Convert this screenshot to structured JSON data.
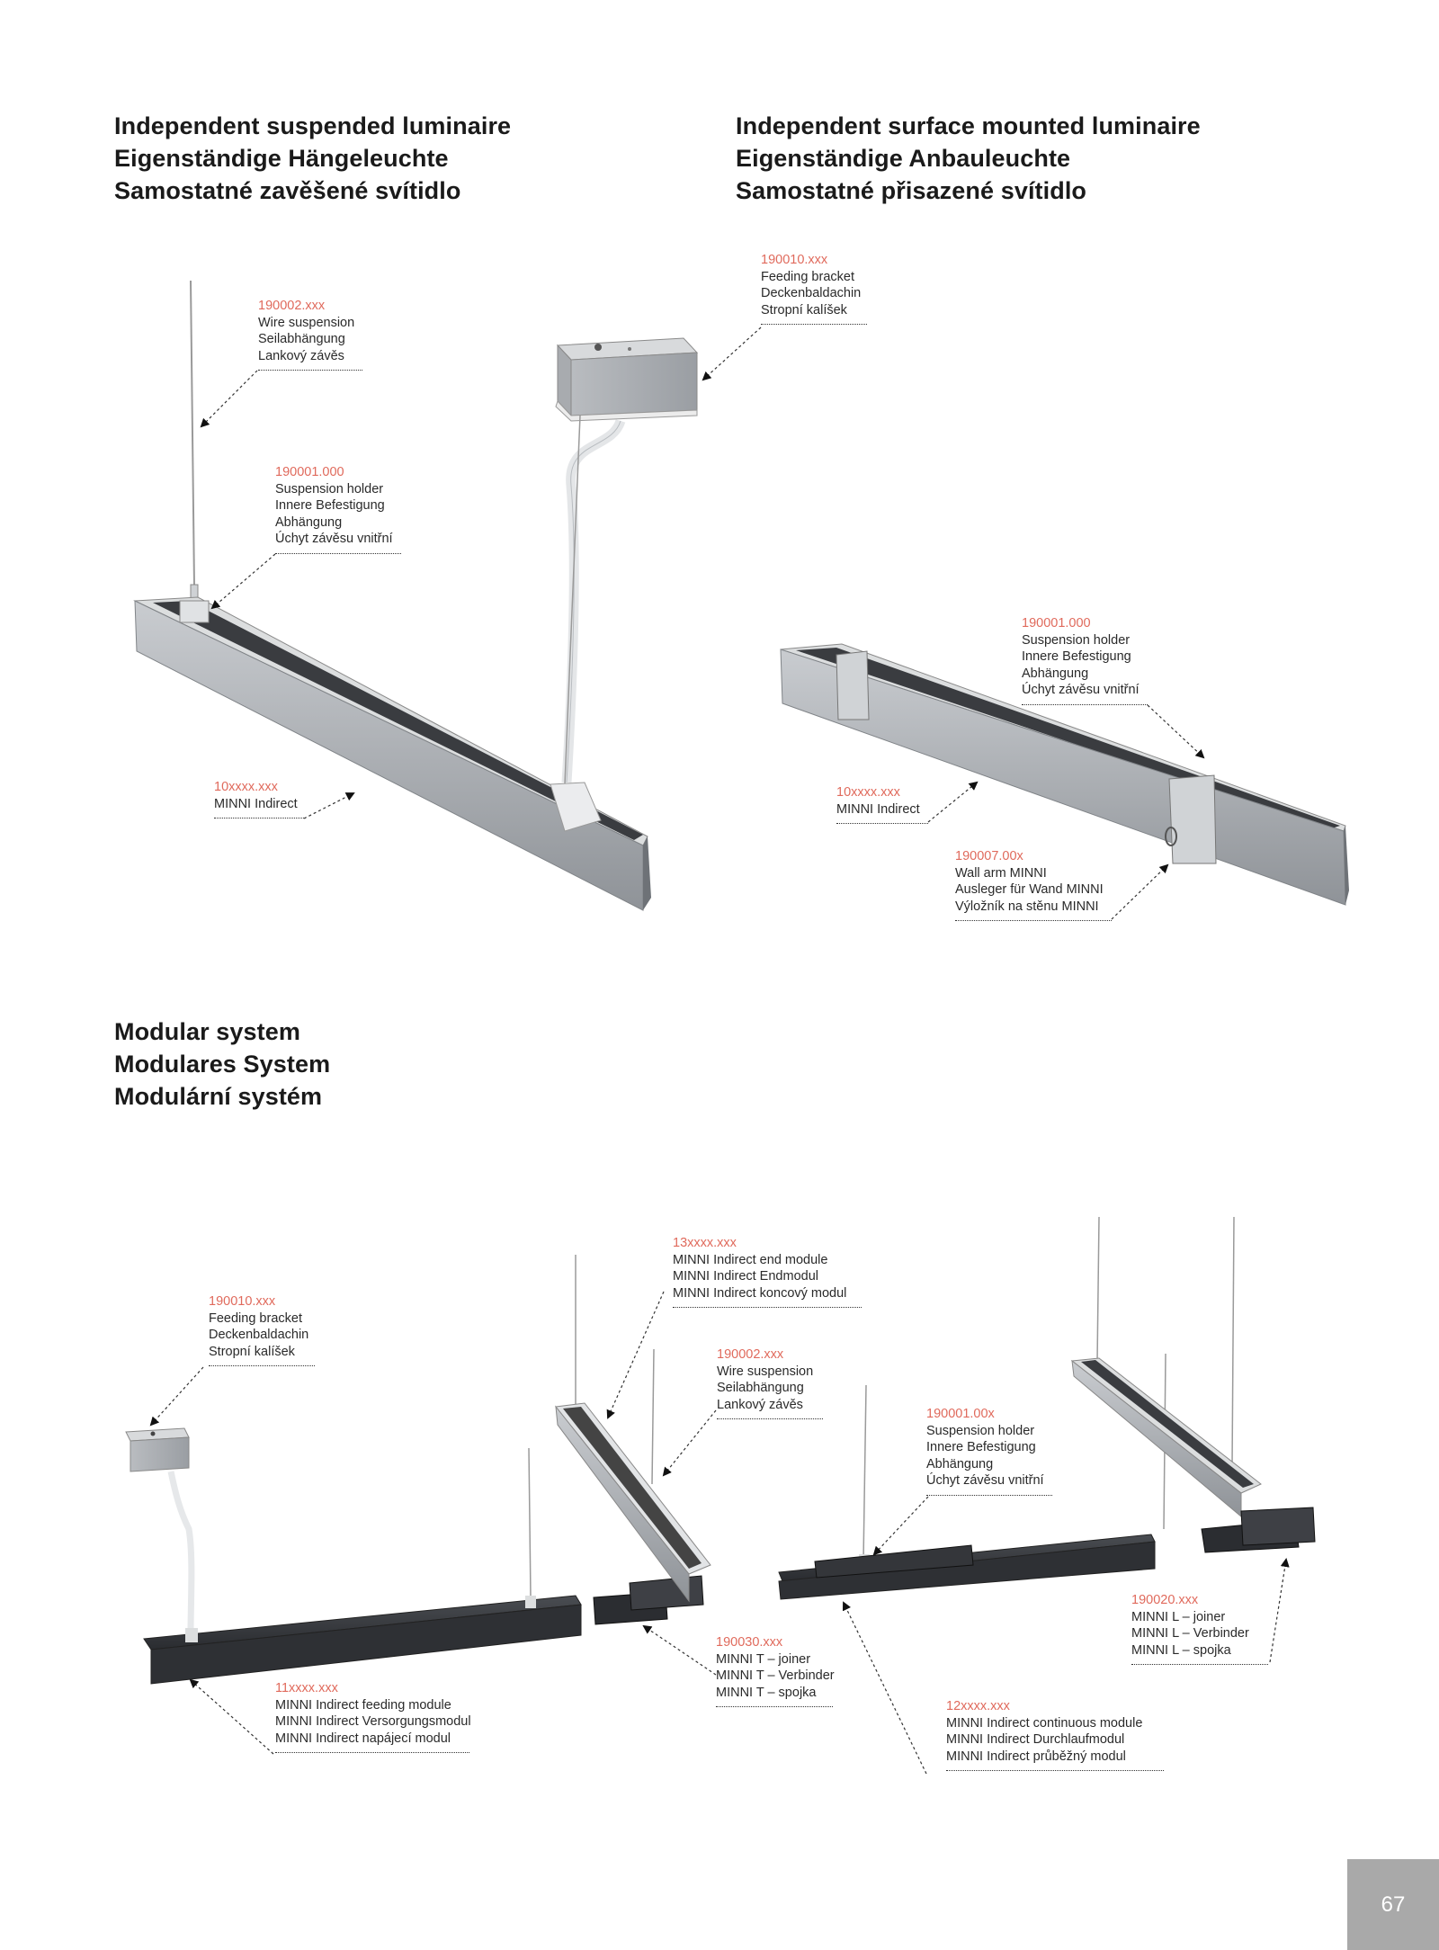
{
  "sections": {
    "suspended": {
      "lines": [
        "Independent suspended luminaire",
        "Eigenständige Hängeleuchte",
        "Samostatné zavěšené svítidlo"
      ]
    },
    "surface": {
      "lines": [
        "Independent surface mounted luminaire",
        "Eigenständige Anbauleuchte",
        "Samostatné přisazené svítidlo"
      ]
    },
    "modular": {
      "lines": [
        "Modular system",
        "Modulares System",
        "Modulární systém"
      ]
    }
  },
  "labels": {
    "wire_suspension_1": {
      "code": "190002.xxx",
      "lines": [
        "Wire suspension",
        "Seilabhängung",
        "Lankový závěs"
      ]
    },
    "suspension_holder_1": {
      "code": "190001.000",
      "lines": [
        "Suspension holder",
        "Innere Befestigung",
        "Abhängung",
        "Úchyt závěsu vnitřní"
      ]
    },
    "minni_indirect_1": {
      "code": "10xxxx.xxx",
      "lines": [
        "MINNI Indirect"
      ]
    },
    "feeding_bracket_1": {
      "code": "190010.xxx",
      "lines": [
        "Feeding bracket",
        "Deckenbaldachin",
        "Stropní kalíšek"
      ]
    },
    "suspension_holder_2": {
      "code": "190001.000",
      "lines": [
        "Suspension holder",
        "Innere Befestigung",
        "Abhängung",
        "Úchyt závěsu vnitřní"
      ]
    },
    "minni_indirect_2": {
      "code": "10xxxx.xxx",
      "lines": [
        "MINNI Indirect"
      ]
    },
    "wall_arm": {
      "code": "190007.00x",
      "lines": [
        "Wall arm MINNI",
        "Ausleger für Wand MINNI",
        "Výložník na stěnu MINNI"
      ]
    },
    "end_module": {
      "code": "13xxxx.xxx",
      "lines": [
        "MINNI Indirect end module",
        "MINNI Indirect Endmodul",
        "MINNI Indirect koncový modul"
      ]
    },
    "feeding_bracket_2": {
      "code": "190010.xxx",
      "lines": [
        "Feeding bracket",
        "Deckenbaldachin",
        "Stropní kalíšek"
      ]
    },
    "wire_suspension_2": {
      "code": "190002.xxx",
      "lines": [
        "Wire suspension",
        "Seilabhängung",
        "Lankový závěs"
      ]
    },
    "suspension_holder_3": {
      "code": "190001.00x",
      "lines": [
        "Suspension holder",
        "Innere Befestigung",
        "Abhängung",
        "Úchyt závěsu vnitřní"
      ]
    },
    "l_joiner": {
      "code": "190020.xxx",
      "lines": [
        "MINNI L – joiner",
        "MINNI L – Verbinder",
        "MINNI L – spojka"
      ]
    },
    "t_joiner": {
      "code": "190030.xxx",
      "lines": [
        "MINNI T – joiner",
        "MINNI T – Verbinder",
        "MINNI T – spojka"
      ]
    },
    "feeding_module": {
      "code": "11xxxx.xxx",
      "lines": [
        "MINNI Indirect feeding module",
        "MINNI Indirect Versorgungsmodul",
        "MINNI Indirect napájecí modul"
      ]
    },
    "continuous_module": {
      "code": "12xxxx.xxx",
      "lines": [
        "MINNI Indirect continuous module",
        "MINNI Indirect Durchlaufmodul",
        "MINNI Indirect průběžný modul"
      ]
    }
  },
  "colors": {
    "code": "#e06a5c",
    "page_tab": "#a9a9a9"
  },
  "page_number": "67"
}
